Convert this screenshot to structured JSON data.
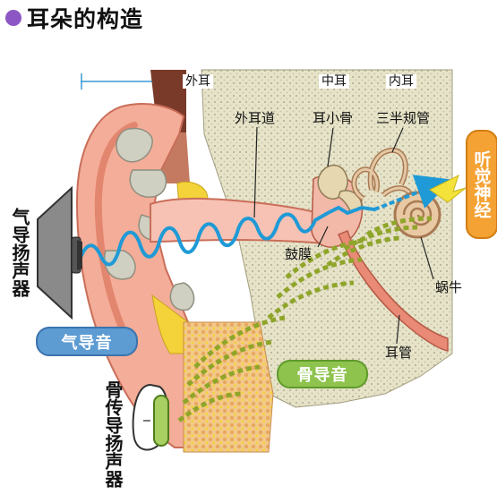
{
  "title": "耳朵的构造",
  "sections": {
    "outer": "外耳",
    "middle": "中耳",
    "inner": "内耳"
  },
  "labels": {
    "ear_canal": "外耳道",
    "ossicles": "耳小骨",
    "canals": "三半规管",
    "eardrum": "鼓膜",
    "cochlea": "蜗牛",
    "tube": "耳管"
  },
  "nerve": "听觉神经",
  "air_speaker": "气导扬声器",
  "bone_speaker": "骨传导扬声器",
  "air_sound": "气导音",
  "bone_sound": "骨导音",
  "colors": {
    "title_dot": "#8c57c4",
    "air_wave": "#1f9ad6",
    "bone_wave": "#8fa52a",
    "nerve": "#f4a233",
    "skin": "#f2b8a8",
    "bone": "#e9e6cf",
    "fat": "#f4d23a"
  }
}
